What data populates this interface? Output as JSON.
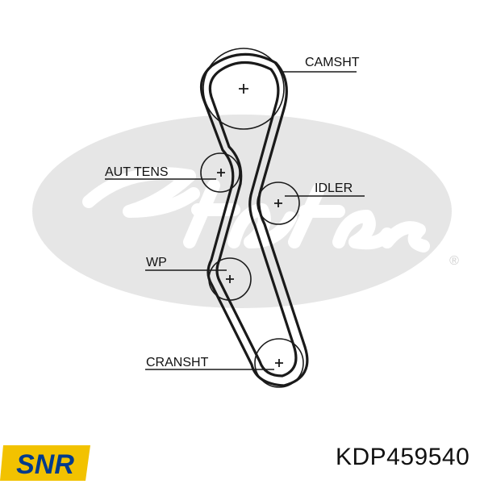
{
  "diagram": {
    "labels": {
      "camshaft": "CAMSHT",
      "auto_tensioner": "AUT TENS",
      "idler": "IDLER",
      "water_pump": "WP",
      "crankshaft": "CRANSHT"
    },
    "watermark": {
      "brand": "Gates",
      "registered_mark": "®",
      "color": "#e3e3e3"
    },
    "belt_color": "#1a1a1a"
  },
  "brand_logo": {
    "text": "SNR",
    "background_color": "#f2c200",
    "text_color": "#003a8c"
  },
  "part_number": "KDP459540"
}
